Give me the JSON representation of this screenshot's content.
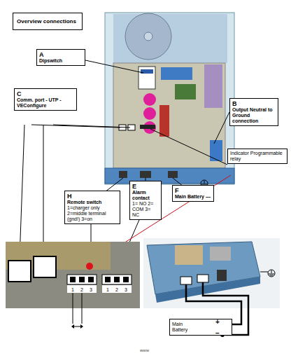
{
  "diagram": {
    "title": "Overview connections",
    "nodes": [
      {
        "text": [
          "A",
          "Dipswitch"
        ]
      },
      {
        "text": [
          "C",
          "Comm. port - UTP - VEConfigure"
        ]
      },
      {
        "text": [
          "B",
          "Output Neutral to Ground connection"
        ]
      },
      {
        "text": [
          "Indicator Programmable relay"
        ]
      },
      {
        "text": [
          "E",
          "Alarm contact",
          "1= NO 2= COM 3= NC"
        ]
      },
      {
        "text": [
          "F",
          "Main Battery —"
        ]
      },
      {
        "text": [
          "H",
          "Remote switch",
          "1=charger only 2=middle terminal (gnd!) 3=on"
        ]
      },
      {
        "text": [
          "Main Battery"
        ]
      }
    ],
    "labels": [
      "1",
      "2",
      "3",
      "1",
      "2",
      "3",
      "+",
      "−",
      "www"
    ]
  }
}
